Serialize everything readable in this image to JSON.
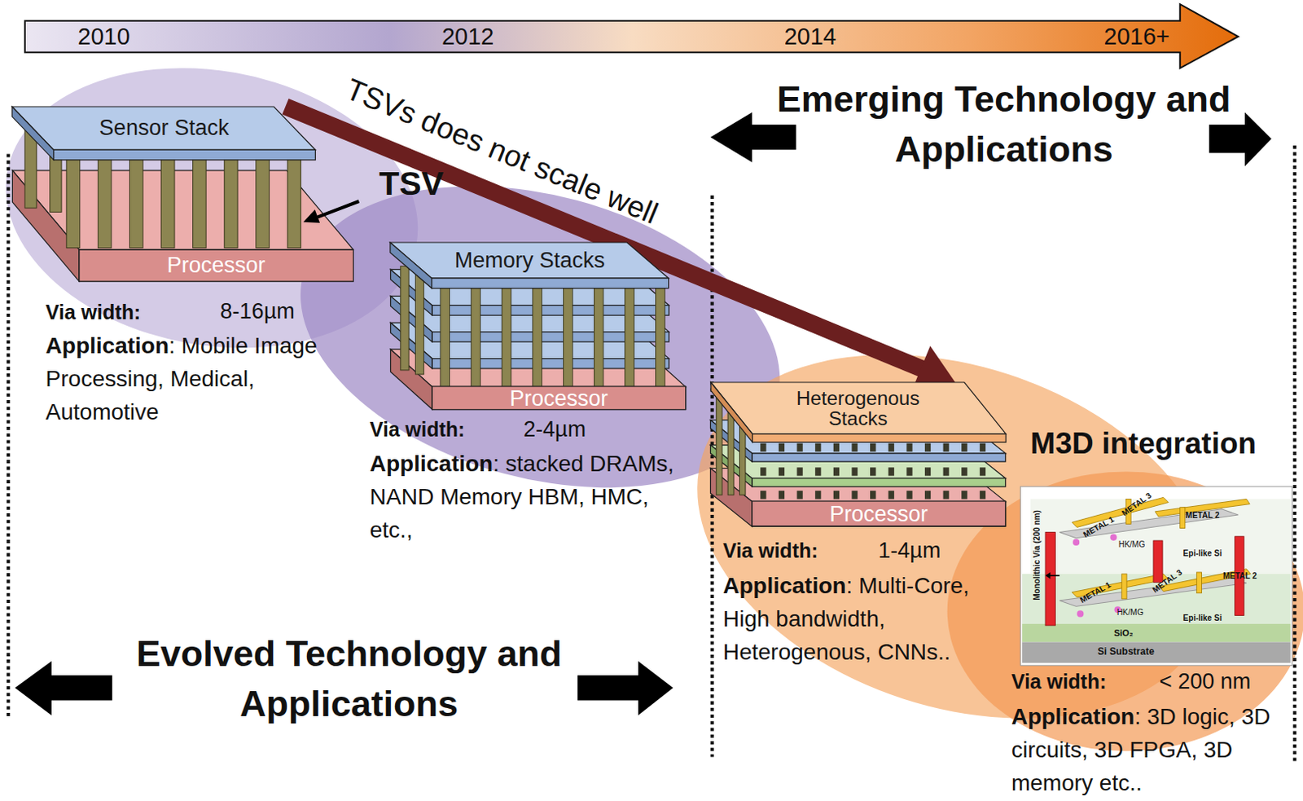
{
  "diagram": {
    "nodes": [
      {
        "text": [
          "Sensor Stack"
        ]
      },
      {
        "text": [
          "Processor"
        ]
      },
      {
        "text": [
          "Memory Stacks"
        ]
      },
      {
        "text": [
          "Processor"
        ]
      },
      {
        "text": [
          "Heterogenous Stacks"
        ]
      },
      {
        "text": [
          "Processor"
        ]
      }
    ],
    "edges": [
      {
        "from": 0,
        "to": 4,
        "arrow": "to",
        "label": "TSVs does not scale well"
      }
    ],
    "labels": [
      "2010",
      "2012",
      "2014",
      "2016+",
      "Emerging Technology and Applications",
      "TSV",
      "Via width:",
      "8-16µm",
      "Application",
      ": Mobile Image Processing, Medical, Automotive",
      "Via width:",
      "2-4µm",
      "Application",
      ": stacked DRAMs, NAND Memory HBM, HMC, etc.,",
      "Via width:",
      "1-4µm",
      "Application",
      ": Multi-Core, High bandwidth, Heterogenous, CNNs..",
      "M3D integration",
      "Via width:",
      "< 200 nm",
      "Application",
      ": 3D logic, 3D circuits, 3D FPGA, 3D memory etc..",
      "Evolved Technology and Applications",
      "Monolithic Via (200 nm)",
      "METAL 1",
      "METAL 3",
      "METAL 2",
      "HK/MG",
      "Epi-like Si",
      "METAL 1",
      "METAL 3",
      "METAL 2",
      "HK/MG",
      "Epi-like Si",
      "SiO₂",
      "Si Substrate"
    ]
  }
}
